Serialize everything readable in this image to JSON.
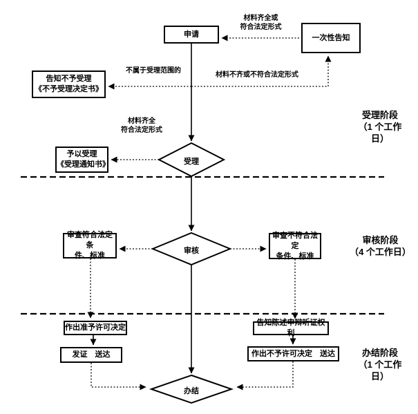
{
  "diagram": {
    "type": "flowchart",
    "language": "zh-CN",
    "colors": {
      "line": "#000000",
      "background": "#ffffff",
      "text": "#000000"
    },
    "nodes": {
      "apply": "申请",
      "one_time_notice": "一次性告知",
      "notify_reject": "告知不予受理\n《不予受理决定书》",
      "accept_notice": "予以受理\n《受理通知书》",
      "accept": "受理",
      "review_pass": "审查符合法定条\n件、标准",
      "review_fail": "审查不符合法定\n条件、标准",
      "review": "审核",
      "grant_decision": "作出准予许可决定",
      "issue_deliver": "发证　送达",
      "notify_rights": "告知陈述申辩听证权利",
      "deny_decision": "作出不予许可决定　送达",
      "complete": "办结"
    },
    "edge_labels": {
      "materials_complete_or_legal": "材料齐全或\n符合法定形式",
      "not_in_scope": "不属于受理范围的",
      "materials_incomplete": "材料不齐或不符合法定形式",
      "materials_complete_legal": "材料齐全\n符合法定形式"
    },
    "stages": {
      "accept_stage": "受理阶段\n（1 个工作\n日）",
      "review_stage": "审核阶段\n（4 个工作日）",
      "complete_stage": "办结阶段\n（1 个工作\n日）"
    }
  }
}
